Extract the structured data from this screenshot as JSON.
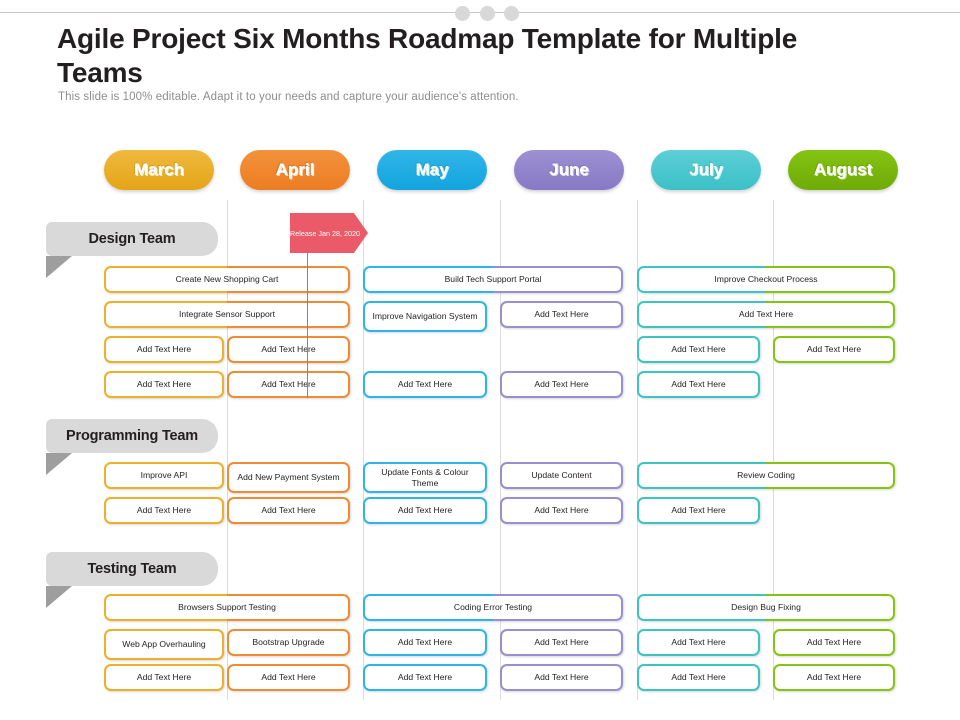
{
  "header": {
    "title": "Agile Project Six Months Roadmap Template for Multiple Teams",
    "subtitle": "This slide is 100% editable. Adapt it to your needs and capture your audience's attention."
  },
  "months": [
    {
      "label": "March",
      "color": "#efb93f",
      "color2": "#e5a417"
    },
    {
      "label": "April",
      "color": "#f2923c",
      "color2": "#ed7d22"
    },
    {
      "label": "May",
      "color": "#31b6e8",
      "color2": "#12a4de"
    },
    {
      "label": "June",
      "color": "#9d90d2",
      "color2": "#8879c5"
    },
    {
      "label": "July",
      "color": "#5ccfd6",
      "color2": "#3cc0c8"
    },
    {
      "label": "August",
      "color": "#85c413",
      "color2": "#6faa06"
    }
  ],
  "colors": {
    "march": "#eeb02c",
    "april": "#ef8b33",
    "may": "#2eb5e8",
    "june": "#9b8ed0",
    "july": "#3cc4c4",
    "august": "#85c413",
    "release": "#ea5a68",
    "ribbon": "#d9d9d9",
    "fold": "#9e9e9e",
    "grid": "#dcdcdc"
  },
  "release_marker": {
    "label": "Release Jan 28, 2020"
  },
  "teams": [
    {
      "name": "Design Team",
      "rows": [
        [
          {
            "text": "Create New Shopping Cart",
            "from": 1,
            "to": 2
          },
          {
            "text": "Build Tech Support Portal",
            "from": 3,
            "to": 4
          },
          {
            "text": "Improve Checkout Process",
            "from": 5,
            "to": 6
          }
        ],
        [
          {
            "text": "Integrate Sensor Support",
            "from": 1,
            "to": 2
          },
          {
            "text": "Improve Navigation System",
            "from": 3,
            "to": 3
          },
          {
            "text": "Add Text Here",
            "from": 4,
            "to": 4
          },
          {
            "text": "Add Text Here",
            "from": 5,
            "to": 6
          }
        ],
        [
          {
            "text": "Add Text Here",
            "from": 1,
            "to": 1
          },
          {
            "text": "Add Text Here",
            "from": 2,
            "to": 2
          },
          {
            "text": "Add Text Here",
            "from": 5,
            "to": 5
          },
          {
            "text": "Add Text Here",
            "from": 6,
            "to": 6
          }
        ],
        [
          {
            "text": "Add Text Here",
            "from": 1,
            "to": 1
          },
          {
            "text": "Add Text Here",
            "from": 2,
            "to": 2
          },
          {
            "text": "Add Text Here",
            "from": 3,
            "to": 3
          },
          {
            "text": "Add Text Here",
            "from": 4,
            "to": 4
          },
          {
            "text": "Add Text Here",
            "from": 5,
            "to": 5
          }
        ]
      ]
    },
    {
      "name": "Programming Team",
      "rows": [
        [
          {
            "text": "Improve API",
            "from": 1,
            "to": 1
          },
          {
            "text": "Add New Payment System",
            "from": 2,
            "to": 2
          },
          {
            "text": "Update Fonts & Colour Theme",
            "from": 3,
            "to": 3
          },
          {
            "text": "Update Content",
            "from": 4,
            "to": 4
          },
          {
            "text": "Review Coding",
            "from": 5,
            "to": 6
          }
        ],
        [
          {
            "text": "Add Text Here",
            "from": 1,
            "to": 1
          },
          {
            "text": "Add Text Here",
            "from": 2,
            "to": 2
          },
          {
            "text": "Add Text Here",
            "from": 3,
            "to": 3
          },
          {
            "text": "Add Text Here",
            "from": 4,
            "to": 4
          },
          {
            "text": "Add Text Here",
            "from": 5,
            "to": 5
          }
        ]
      ]
    },
    {
      "name": "Testing Team",
      "rows": [
        [
          {
            "text": "Browsers Support Testing",
            "from": 1,
            "to": 2
          },
          {
            "text": "Coding Error Testing",
            "from": 3,
            "to": 4
          },
          {
            "text": "Design Bug Fixing",
            "from": 5,
            "to": 6
          }
        ],
        [
          {
            "text": "Web App Overhauling",
            "from": 1,
            "to": 1
          },
          {
            "text": "Bootstrap Upgrade",
            "from": 2,
            "to": 2
          },
          {
            "text": "Add Text Here",
            "from": 3,
            "to": 3
          },
          {
            "text": "Add Text Here",
            "from": 4,
            "to": 4
          },
          {
            "text": "Add Text Here",
            "from": 5,
            "to": 5
          },
          {
            "text": "Add Text Here",
            "from": 6,
            "to": 6
          }
        ],
        [
          {
            "text": "Add Text Here",
            "from": 1,
            "to": 1
          },
          {
            "text": "Add Text Here",
            "from": 2,
            "to": 2
          },
          {
            "text": "Add Text Here",
            "from": 3,
            "to": 3
          },
          {
            "text": "Add Text Here",
            "from": 4,
            "to": 4
          },
          {
            "text": "Add Text Here",
            "from": 5,
            "to": 5
          },
          {
            "text": "Add Text Here",
            "from": 6,
            "to": 6
          }
        ]
      ]
    }
  ]
}
